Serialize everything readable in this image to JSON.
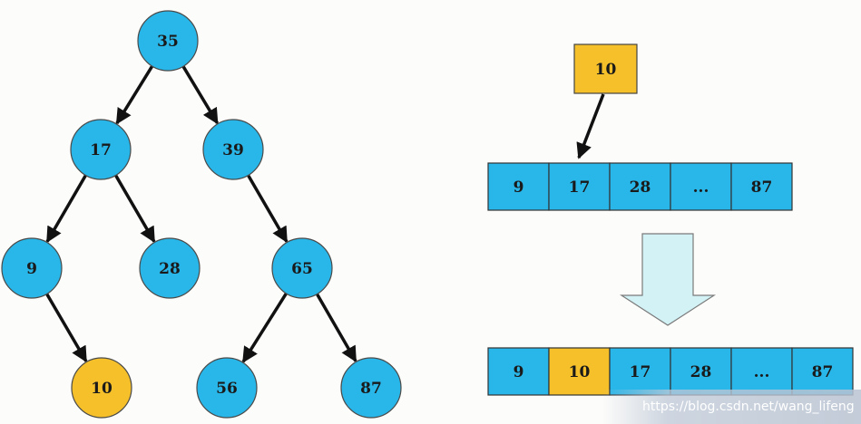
{
  "tree": {
    "nodes": [
      {
        "id": "n35",
        "label": "35",
        "color": "#29b6e8"
      },
      {
        "id": "n17",
        "label": "17",
        "color": "#29b6e8"
      },
      {
        "id": "n39",
        "label": "39",
        "color": "#29b6e8"
      },
      {
        "id": "n9",
        "label": "9",
        "color": "#29b6e8"
      },
      {
        "id": "n28",
        "label": "28",
        "color": "#29b6e8"
      },
      {
        "id": "n65",
        "label": "65",
        "color": "#29b6e8"
      },
      {
        "id": "n10",
        "label": "10",
        "color": "#f5c02a"
      },
      {
        "id": "n56",
        "label": "56",
        "color": "#29b6e8"
      },
      {
        "id": "n87",
        "label": "87",
        "color": "#29b6e8"
      }
    ],
    "edges": [
      {
        "from": "n35",
        "to": "n17"
      },
      {
        "from": "n35",
        "to": "n39"
      },
      {
        "from": "n17",
        "to": "n9"
      },
      {
        "from": "n17",
        "to": "n28"
      },
      {
        "from": "n39",
        "to": "n65"
      },
      {
        "from": "n9",
        "to": "n10"
      },
      {
        "from": "n65",
        "to": "n56"
      },
      {
        "from": "n65",
        "to": "n87"
      }
    ]
  },
  "insert_box": {
    "label": "10",
    "color": "#f5c02a"
  },
  "array_before": {
    "cells": [
      {
        "label": "9",
        "color": "#29b6e8"
      },
      {
        "label": "17",
        "color": "#29b6e8"
      },
      {
        "label": "28",
        "color": "#29b6e8"
      },
      {
        "label": "...",
        "color": "#29b6e8"
      },
      {
        "label": "87",
        "color": "#29b6e8"
      }
    ]
  },
  "array_after": {
    "cells": [
      {
        "label": "9",
        "color": "#29b6e8"
      },
      {
        "label": "10",
        "color": "#f5c02a"
      },
      {
        "label": "17",
        "color": "#29b6e8"
      },
      {
        "label": "28",
        "color": "#29b6e8"
      },
      {
        "label": "...",
        "color": "#29b6e8"
      },
      {
        "label": "87",
        "color": "#29b6e8"
      }
    ]
  },
  "down_arrow_color": "#d2f2f6",
  "watermark": {
    "text": "https://blog.csdn.net/wang_lifeng"
  }
}
